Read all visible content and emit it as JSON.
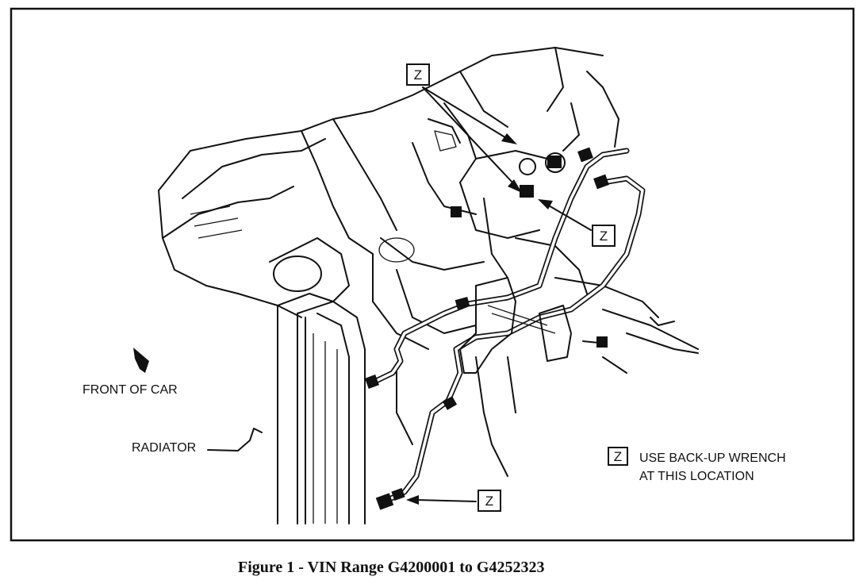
{
  "labels": {
    "front_of_car": "FRONT OF CAR",
    "radiator": "RADIATOR",
    "z_mark": "Z",
    "legend_line1": "USE BACK-UP WRENCH",
    "legend_line2": "AT THIS LOCATION"
  },
  "caption": "Figure 1 - VIN Range G4200001 to G4252323"
}
